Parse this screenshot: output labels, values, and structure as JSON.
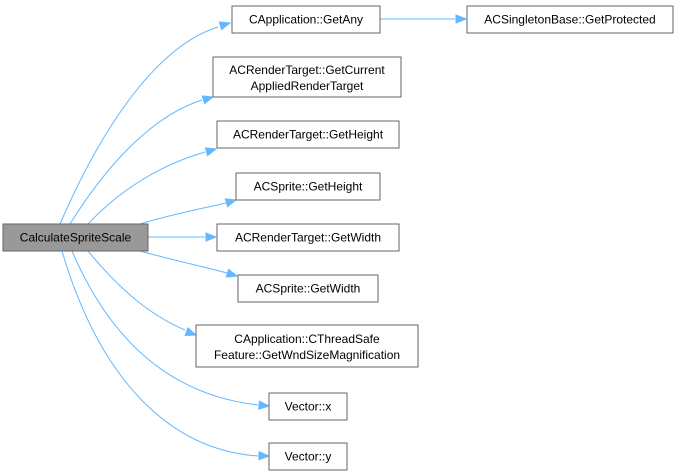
{
  "nodes": {
    "root": {
      "lines": [
        "CalculateSpriteScale"
      ]
    },
    "getany": {
      "lines": [
        "CApplication::GetAny"
      ]
    },
    "getprotected": {
      "lines": [
        "ACSingletonBase::GetProtected"
      ]
    },
    "rt_current": {
      "lines": [
        "ACRenderTarget::GetCurrent",
        "AppliedRenderTarget"
      ]
    },
    "rt_height": {
      "lines": [
        "ACRenderTarget::GetHeight"
      ]
    },
    "sprite_height": {
      "lines": [
        "ACSprite::GetHeight"
      ]
    },
    "rt_width": {
      "lines": [
        "ACRenderTarget::GetWidth"
      ]
    },
    "sprite_width": {
      "lines": [
        "ACSprite::GetWidth"
      ]
    },
    "wnd_mag": {
      "lines": [
        "CApplication::CThreadSafe",
        "Feature::GetWndSizeMagnification"
      ]
    },
    "vector_x": {
      "lines": [
        "Vector::x"
      ]
    },
    "vector_y": {
      "lines": [
        "Vector::y"
      ]
    }
  },
  "edges": [
    {
      "from": "root",
      "to": "getany"
    },
    {
      "from": "getany",
      "to": "getprotected"
    },
    {
      "from": "root",
      "to": "rt_current"
    },
    {
      "from": "root",
      "to": "rt_height"
    },
    {
      "from": "root",
      "to": "sprite_height"
    },
    {
      "from": "root",
      "to": "rt_width"
    },
    {
      "from": "root",
      "to": "sprite_width"
    },
    {
      "from": "root",
      "to": "wnd_mag"
    },
    {
      "from": "root",
      "to": "vector_x"
    },
    {
      "from": "root",
      "to": "vector_y"
    }
  ],
  "colors": {
    "edge": "#63b8ff",
    "root_fill": "#999999",
    "node_border": "#666666",
    "node_fill": "#ffffff"
  }
}
